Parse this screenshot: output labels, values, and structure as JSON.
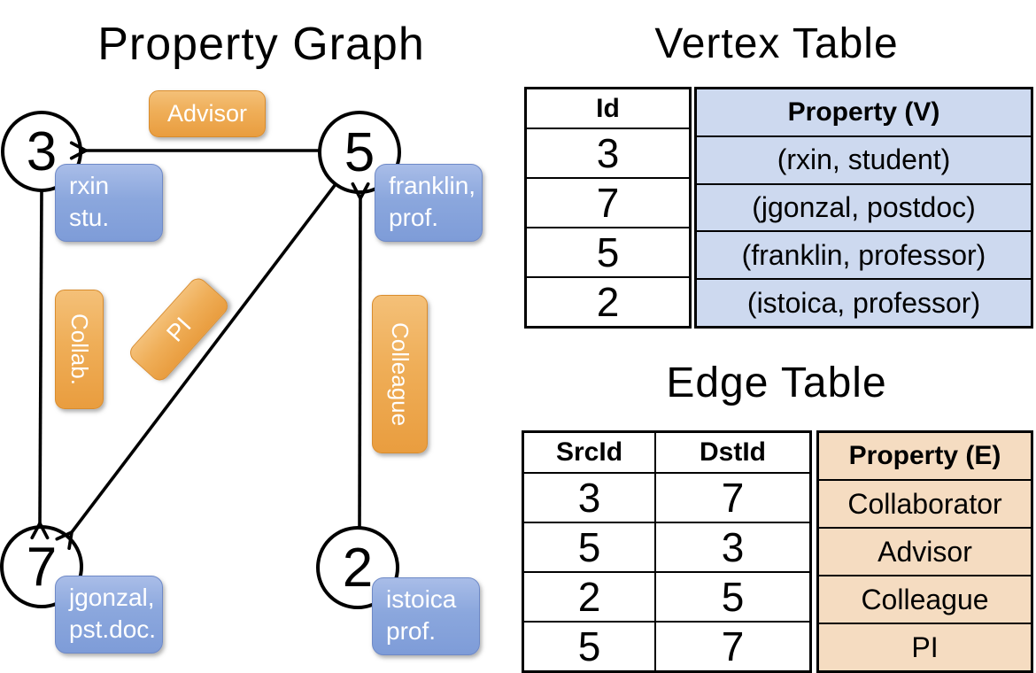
{
  "graph": {
    "title": "Property Graph",
    "nodes": {
      "n3": {
        "id": "3",
        "prop_line1": "rxin",
        "prop_line2": "stu."
      },
      "n5": {
        "id": "5",
        "prop_line1": "franklin,",
        "prop_line2": "prof."
      },
      "n7": {
        "id": "7",
        "prop_line1": "jgonzal,",
        "prop_line2": "pst.doc."
      },
      "n2": {
        "id": "2",
        "prop_line1": "istoica",
        "prop_line2": "prof."
      }
    },
    "edge_labels": {
      "advisor": "Advisor",
      "collab": "Collab.",
      "pi": "PI",
      "colleague": "Colleague"
    }
  },
  "vertex_table": {
    "title": "Vertex Table",
    "headers": {
      "id": "Id",
      "property": "Property (V)"
    },
    "rows": [
      {
        "id": "3",
        "property": "(rxin, student)"
      },
      {
        "id": "7",
        "property": "(jgonzal, postdoc)"
      },
      {
        "id": "5",
        "property": "(franklin, professor)"
      },
      {
        "id": "2",
        "property": "(istoica, professor)"
      }
    ]
  },
  "edge_table": {
    "title": "Edge Table",
    "headers": {
      "src": "SrcId",
      "dst": "DstId",
      "property": "Property (E)"
    },
    "rows": [
      {
        "src": "3",
        "dst": "7",
        "property": "Collaborator"
      },
      {
        "src": "5",
        "dst": "3",
        "property": "Advisor"
      },
      {
        "src": "2",
        "dst": "5",
        "property": "Colleague"
      },
      {
        "src": "5",
        "dst": "7",
        "property": "PI"
      }
    ]
  },
  "colors": {
    "vertex_property_cell": "#cdd9ef",
    "edge_property_cell": "#f5dcc1",
    "node_label_blue": "#7e9cd8",
    "edge_label_orange": "#e99d3f",
    "line_black": "#000000"
  }
}
